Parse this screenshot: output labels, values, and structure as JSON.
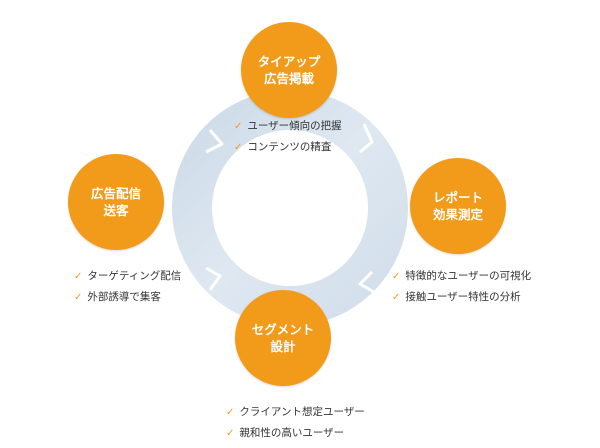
{
  "accent_color": "#f29a1a",
  "ring_color": "#d7e3ee",
  "nodes": {
    "top": {
      "line1": "タイアップ",
      "line2": "広告掲載"
    },
    "right": {
      "line1": "レポート",
      "line2": "効果測定"
    },
    "bottom": {
      "line1": "セグメント",
      "line2": "設計"
    },
    "left": {
      "line1": "広告配信",
      "line2": "送客"
    }
  },
  "bullets": {
    "top": [
      "ユーザー傾向の把握",
      "コンテンツの精査"
    ],
    "right": [
      "特徴的なユーザーの可視化",
      "接触ユーザー特性の分析"
    ],
    "bottom": [
      "クライアント想定ユーザー",
      "親和性の高いユーザー"
    ],
    "left": [
      "ターゲティング配信",
      "外部誘導で集客"
    ]
  },
  "bullet_icon": "check-icon"
}
